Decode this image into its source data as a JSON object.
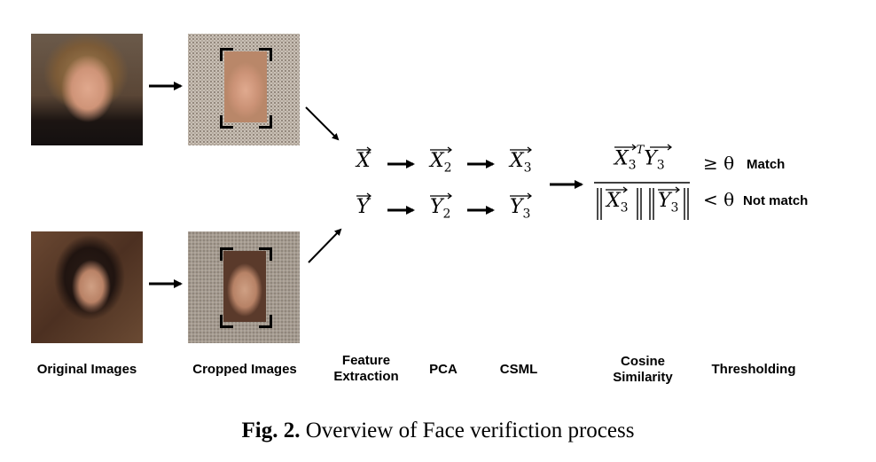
{
  "diagram": {
    "stages": {
      "original": "Original Images",
      "cropped": "Cropped Images",
      "feature_line1": "Feature",
      "feature_line2": "Extraction",
      "pca": "PCA",
      "csml": "CSML",
      "cosine_line1": "Cosine",
      "cosine_line2": "Similarity",
      "thresholding": "Thresholding"
    },
    "vectors": {
      "x": "X",
      "x2": "X",
      "x2_sub": "2",
      "x3": "X",
      "x3_sub": "3",
      "y": "Y",
      "y2": "Y",
      "y2_sub": "2",
      "y3": "Y",
      "y3_sub": "3"
    },
    "formula": {
      "num_x": "X",
      "num_x_sub": "3",
      "num_sup": "T",
      "num_y": "Y",
      "num_y_sub": "3",
      "den_x": "X",
      "den_x_sub": "3",
      "den_y": "Y",
      "den_y_sub": "3"
    },
    "threshold": {
      "ge": "≥ θ",
      "match": "Match",
      "lt": "< θ",
      "not_match": "Not match"
    }
  },
  "caption": {
    "prefix": "Fig. 2.",
    "text": "Overview of Face verifiction process"
  }
}
